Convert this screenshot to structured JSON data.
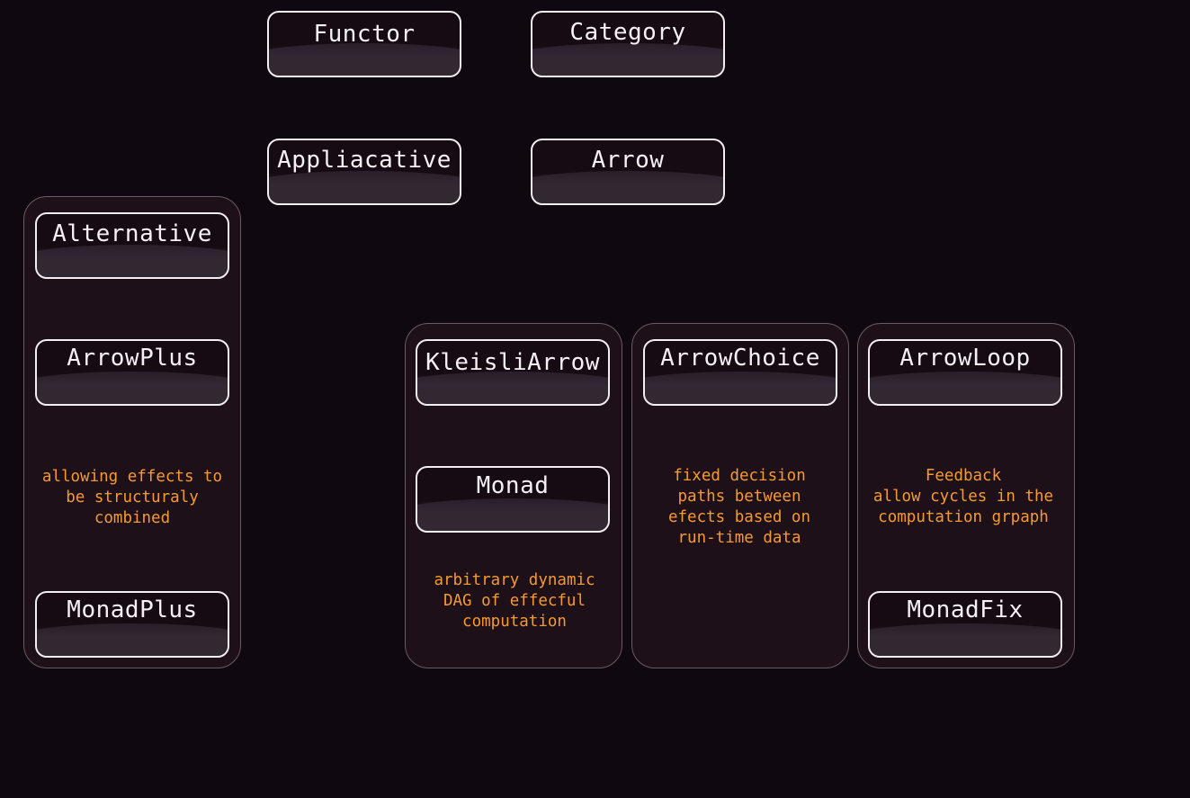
{
  "nodes": {
    "functor": "Functor",
    "category": "Category",
    "applicative": "Appliacative",
    "arrow": "Arrow",
    "alternative": "Alternative",
    "arrowplus": "ArrowPlus",
    "monadplus": "MonadPlus",
    "kleisliarrow": "KleisliArrow",
    "monad": "Monad",
    "arrowchoice": "ArrowChoice",
    "arrowloop": "ArrowLoop",
    "monadfix": "MonadFix"
  },
  "notes": {
    "plus": "allowing effects to\nbe structuraly\ncombined",
    "monad": "arbitrary dynamic\nDAG of effecful\ncomputation",
    "choice": "fixed decision\npaths between\nefects based on\nrun-time data",
    "loop": "Feedback\nallow cycles in the\ncomputation grpaph"
  },
  "colors": {
    "background": "#100810",
    "group_fill": "#1e1018",
    "node_border": "#f2eef2",
    "node_text": "#f4f0f4",
    "note_text": "#f59a30"
  }
}
